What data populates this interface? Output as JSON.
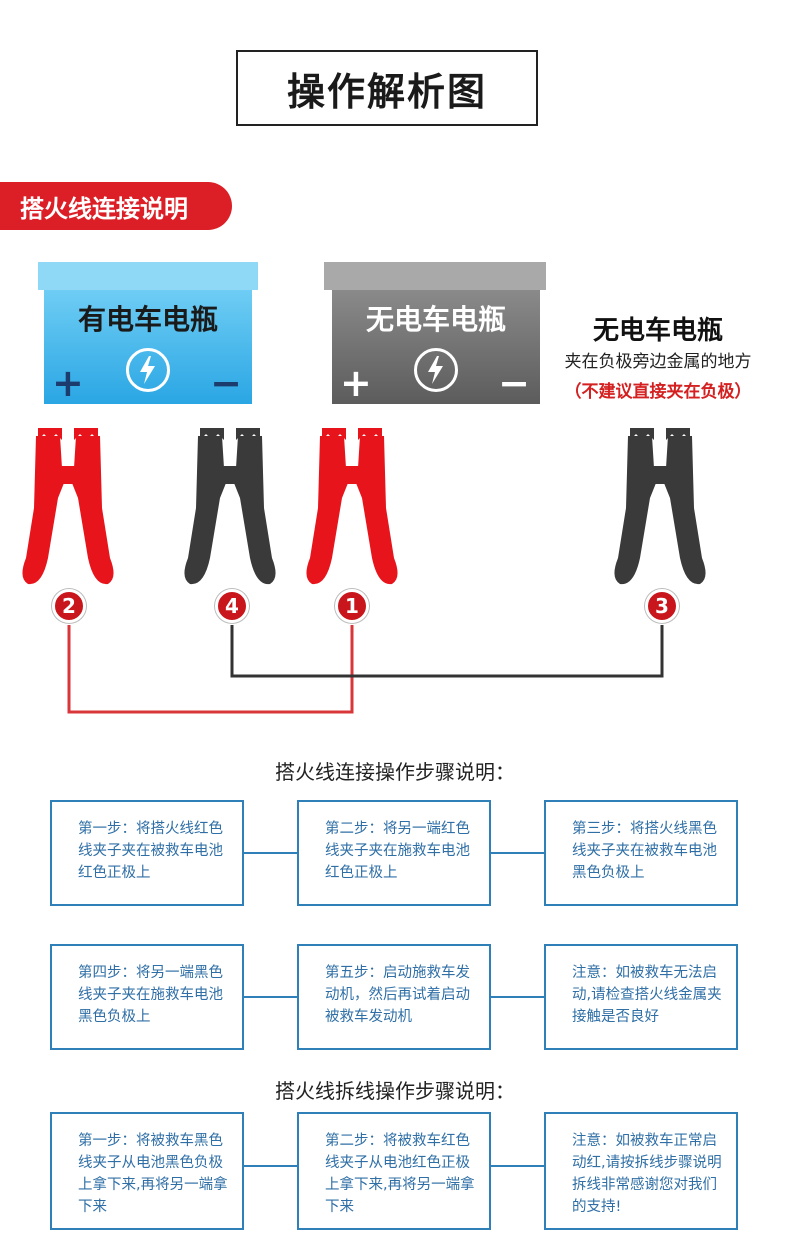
{
  "title": "操作解析图",
  "ribbon": "搭火线连接说明",
  "batteries": {
    "charged": {
      "label": "有电车电瓶",
      "plus": "+",
      "minus": "−",
      "color": "#47b9ec"
    },
    "dead": {
      "label": "无电车电瓶",
      "plus": "+",
      "minus": "−",
      "color": "#6e6e6e"
    },
    "side": {
      "title": "无电车电瓶",
      "note": "夹在负极旁边金属的地方",
      "warning": "（不建议直接夹在负极）"
    }
  },
  "clamps": [
    {
      "color": "red",
      "number": "2"
    },
    {
      "color": "black",
      "number": "4"
    },
    {
      "color": "red",
      "number": "1"
    },
    {
      "color": "black",
      "number": "3"
    }
  ],
  "colors": {
    "red": "#e8141c",
    "black": "#3a3a3a",
    "blue": "#2f7fb8",
    "wire_black": "#333333"
  },
  "connect_heading": "搭火线连接操作步骤说明：",
  "connect_steps": [
    "第一步：将搭火线红色线夹子夹在被救车电池红色正极上",
    "第二步：将另一端红色线夹子夹在施救车电池红色正极上",
    "第三步：将搭火线黑色线夹子夹在被救车电池黑色负极上",
    "第四步：将另一端黑色线夹子夹在施救车电池黑色负极上",
    "第五步：启动施救车发动机，然后再试着启动被救车发动机",
    "注意：如被救车无法启动,请检查搭火线金属夹接触是否良好"
  ],
  "remove_heading": "搭火线拆线操作步骤说明：",
  "remove_steps": [
    "第一步：将被救车黑色线夹子从电池黑色负极上拿下来,再将另一端拿下来",
    "第二步：将被救车红色线夹子从电池红色正极上拿下来,再将另一端拿下来",
    "注意：如被救车正常启动红,请按拆线步骤说明拆线非常感谢您对我们的支持!"
  ]
}
